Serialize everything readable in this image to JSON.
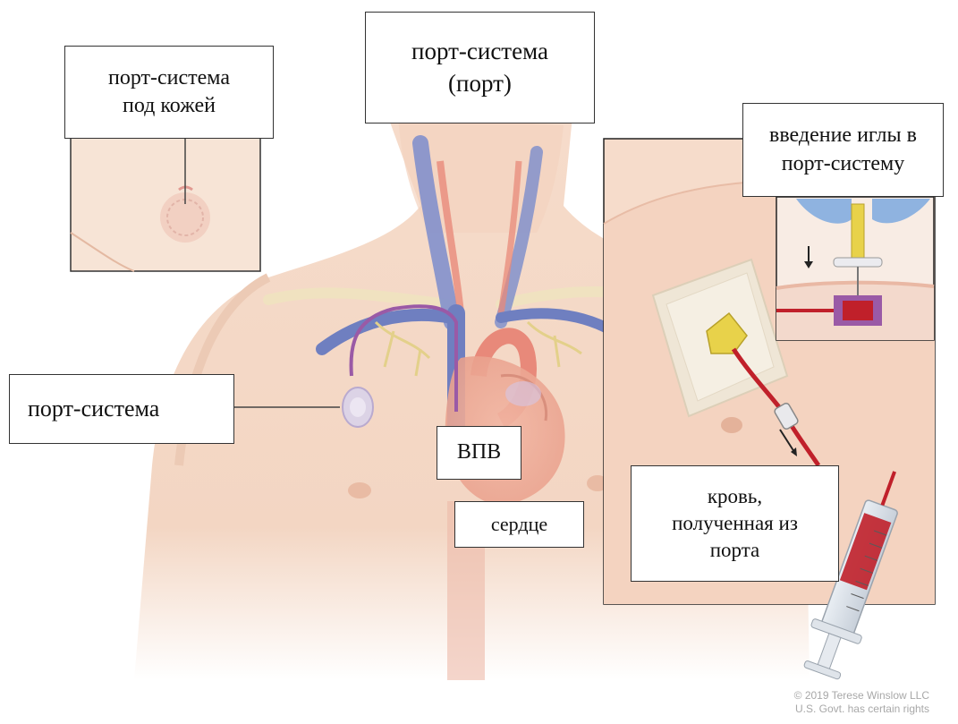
{
  "labels": {
    "port_main_line1": "порт-система",
    "port_main_line2": "(порт)",
    "port_under_skin_line1": "порт-система",
    "port_under_skin_line2": "под кожей",
    "needle_insertion_line1": "введение иглы в",
    "needle_insertion_line2": "порт-систему",
    "port_system": "порт-система",
    "svc": "ВПВ",
    "heart": "сердце",
    "blood_line1": "кровь,",
    "blood_line2": "полученная из",
    "blood_line3": "порта"
  },
  "copyright": {
    "line1": "© 2019 Terese Winslow LLC",
    "line2": "U.S. Govt. has certain rights"
  },
  "colors": {
    "skin": "#f4d7c4",
    "skin_shadow": "#e8b99f",
    "vein": "#6f7fc0",
    "artery": "#e8897a",
    "catheter": "#9a5aa6",
    "blood": "#c0202a",
    "port_hub": "#e8d24a",
    "glove": "#8fb3e0"
  }
}
